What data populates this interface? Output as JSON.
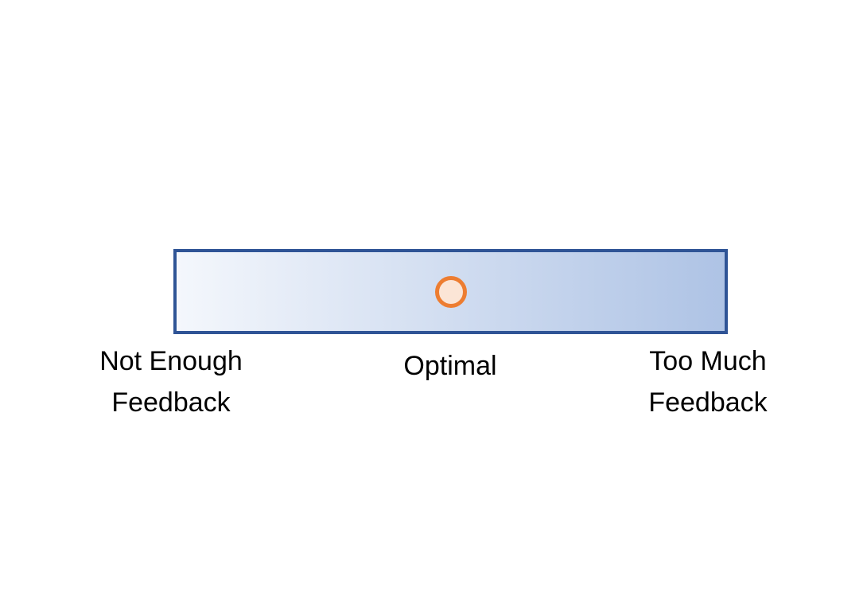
{
  "diagram": {
    "type": "spectrum-continuum",
    "labels": {
      "left": {
        "line1": "Not Enough",
        "line2": "Feedback"
      },
      "center": {
        "line1": "Optimal"
      },
      "right": {
        "line1": "Too Much",
        "line2": "Feedback"
      }
    },
    "marker": {
      "position": "center",
      "position_percent": 50,
      "indicates": "Optimal"
    },
    "colors": {
      "background": "#FFFFFF",
      "bar-border": "#2F5496",
      "bar-gradient-start": "#F4F7FC",
      "bar-gradient-end": "#AEC3E5",
      "marker-border": "#ED7D31",
      "marker-fill": "#FBE5D6",
      "label-text": "#000000"
    }
  }
}
